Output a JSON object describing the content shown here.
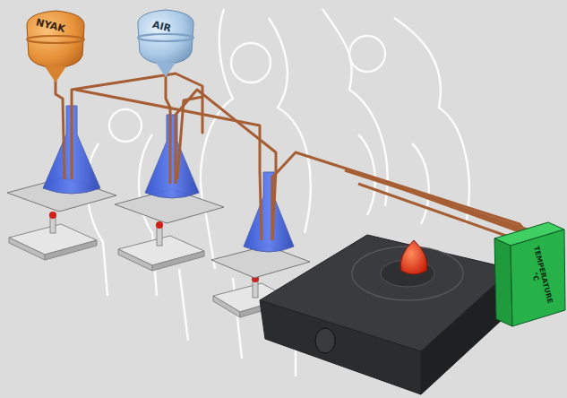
{
  "diagram": {
    "nodes": [
      {
        "text": [
          "NYAK"
        ]
      },
      {
        "text": [
          "AIR"
        ]
      },
      {
        "text": [
          "TEMPERATURE",
          "°C"
        ]
      }
    ]
  }
}
